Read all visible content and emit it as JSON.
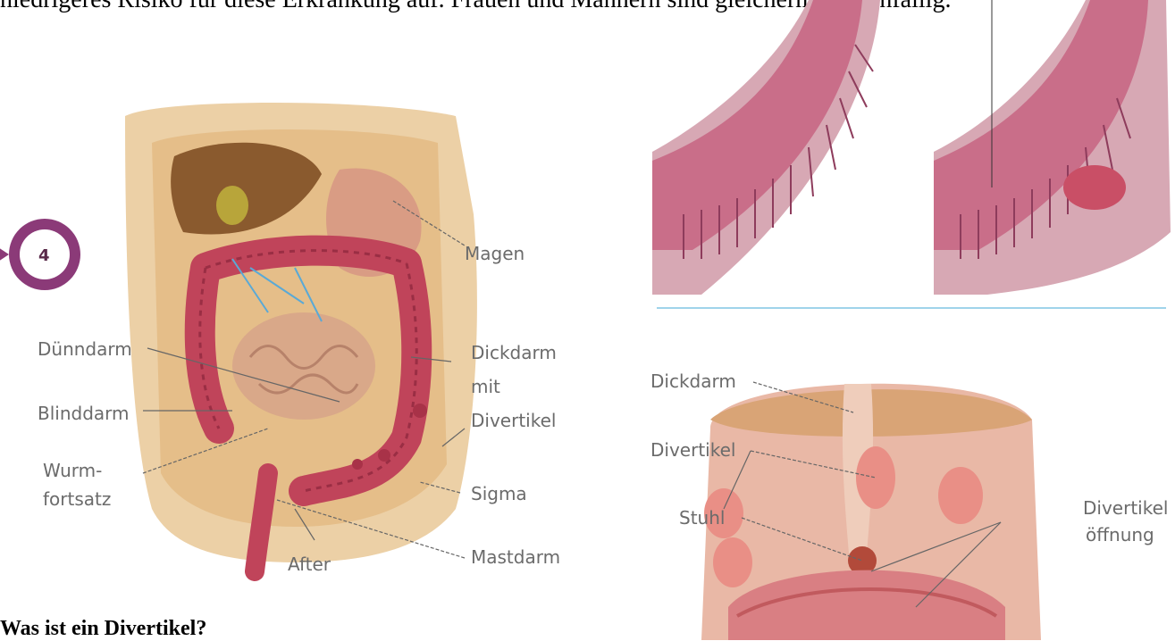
{
  "text": {
    "top_line": "niedrigeres Risiko für diese Erkrankung auf. Frauen und Männern sind gleichermaßen anfällig.",
    "heading": "Was ist ein Divertikel?"
  },
  "figure_left": {
    "badge_number": "4",
    "labels": {
      "magen": "Magen",
      "duenndarm": "Dünndarm",
      "dickdarm": "Dickdarm",
      "mit": "mit",
      "divertikel": "Divertikel",
      "blinddarm": "Blinddarm",
      "wurm": "Wurm-",
      "fortsatz": "fortsatz",
      "sigma": "Sigma",
      "mastdarm": "Mastdarm",
      "after": "After"
    }
  },
  "figure_right": {
    "labels": {
      "dickdarm": "Dickdarm",
      "divertikel": "Divertikel",
      "stuhl": "Stuhl",
      "divertikel_oeffnung_1": "Divertikel",
      "divertikel_oeffnung_2": "öffnung"
    }
  },
  "colors": {
    "skin": "#e9c795",
    "intestine": "#c0445a",
    "liver": "#8a5a2e",
    "badge": "#8b3a78",
    "tissue": "#c45b7b"
  }
}
